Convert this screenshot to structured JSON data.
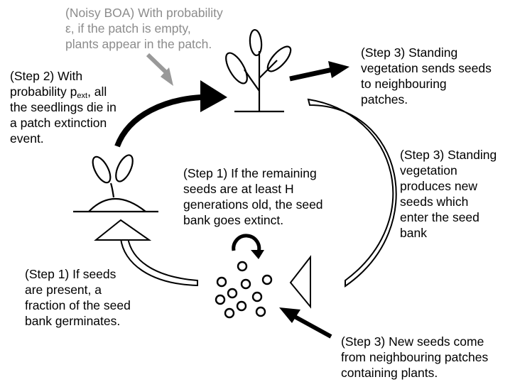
{
  "labels": {
    "noisy_boa": "(Noisy BOA) With probability\nε, if the patch is empty,\nplants appear in the patch.",
    "step2_pre": "(Step 2) With\nprobability p",
    "step2_sub": "ext",
    "step2_post": ", all\nthe seedlings die in\na patch extinction\nevent.",
    "step3_top": "(Step 3) Standing\nvegetation sends seeds\nto neighbouring\npatches.",
    "step3_right": "(Step 3) Standing\nvegetation\nproduces new\nseeds which\nenter the seed\nbank",
    "step1_center": "(Step 1) If the remaining\nseeds are at least H\ngenerations old, the seed\nbank goes extinct.",
    "step1_left": "(Step 1) If seeds\nare present, a\nfraction of the seed\nbank germinates.",
    "step3_bottom": "(Step 3) New seeds come\nfrom neighbouring patches\ncontaining plants."
  },
  "colors": {
    "ink": "#000000",
    "gray_text": "#8c8c8c",
    "gray_arrow": "#999999",
    "background": "#ffffff"
  },
  "icons": {
    "plant": "mature-plant-icon",
    "seedling": "seedling-icon",
    "seeds": "seed-bank-icon",
    "cycle": "circular-arrow-icon"
  }
}
